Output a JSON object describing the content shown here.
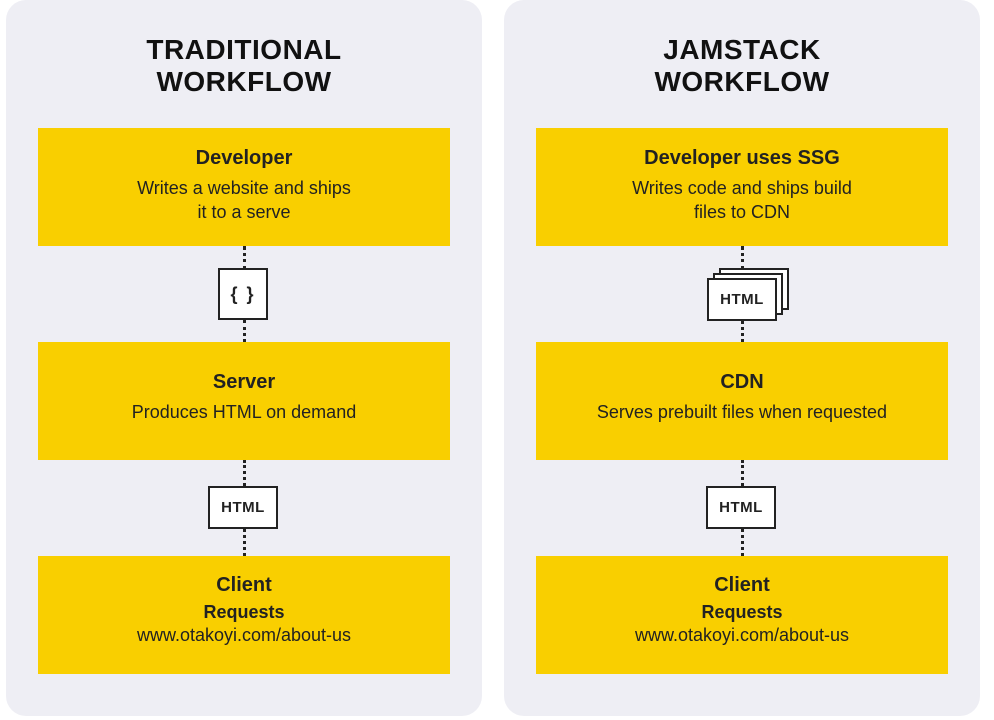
{
  "traditional": {
    "title_line1": "TRADITIONAL",
    "title_line2": "WORKFLOW",
    "step1": {
      "title": "Developer",
      "text_line1": "Writes a website and ships",
      "text_line2": "it to a serve"
    },
    "connector1": {
      "label": "{ }",
      "icon": "code-braces-icon"
    },
    "step2": {
      "title": "Server",
      "text": "Produces HTML on demand"
    },
    "connector2": {
      "label": "HTML",
      "icon": "html-file-icon"
    },
    "step3": {
      "title": "Client",
      "sub": "Requests",
      "text": "www.otakoyi.com/about-us"
    }
  },
  "jamstack": {
    "title_line1": "JAMSTACK",
    "title_line2": "WORKFLOW",
    "step1": {
      "title": "Developer uses SSG",
      "text_line1": "Writes code and ships build",
      "text_line2": "files to CDN"
    },
    "connector1": {
      "label": "HTML",
      "icon": "html-files-stack-icon"
    },
    "step2": {
      "title": "CDN",
      "text": "Serves prebuilt files when requested"
    },
    "connector2": {
      "label": "HTML",
      "icon": "html-file-icon"
    },
    "step3": {
      "title": "Client",
      "sub": "Requests",
      "text": "www.otakoyi.com/about-us"
    }
  },
  "colors": {
    "box": "#f9cf00",
    "panel": "#eeeef4",
    "text": "#222222"
  }
}
